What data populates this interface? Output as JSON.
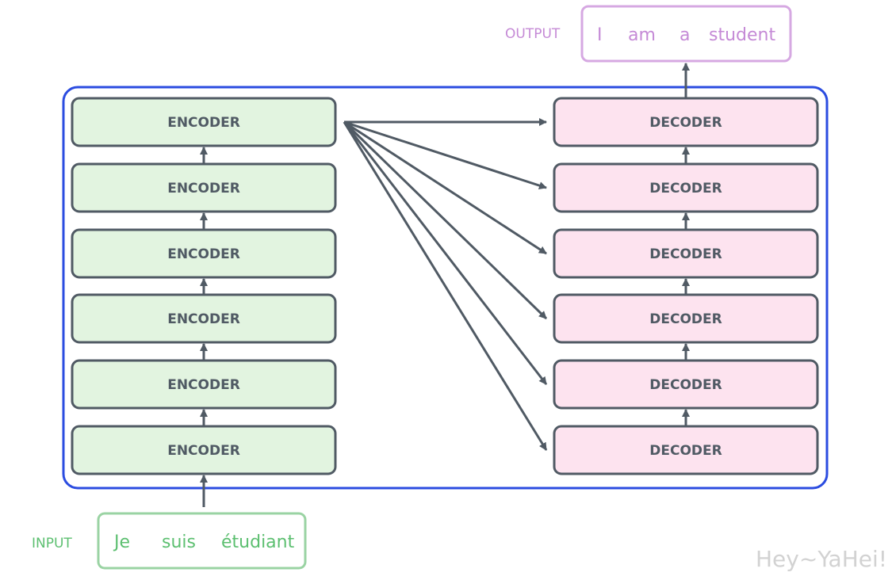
{
  "encoder_stack": {
    "blocks": [
      "ENCODER",
      "ENCODER",
      "ENCODER",
      "ENCODER",
      "ENCODER",
      "ENCODER"
    ]
  },
  "decoder_stack": {
    "blocks": [
      "DECODER",
      "DECODER",
      "DECODER",
      "DECODER",
      "DECODER",
      "DECODER"
    ]
  },
  "input": {
    "tag": "INPUT",
    "words": [
      "Je",
      "suis",
      "étudiant"
    ]
  },
  "output": {
    "tag": "OUTPUT",
    "words": [
      "I",
      "am",
      "a",
      "student"
    ]
  },
  "watermark": "Hey~YaHei!",
  "colors": {
    "encoder_fill": "#e2f4e0",
    "decoder_fill": "#fde3ef",
    "block_border": "#505a64",
    "frame_border": "#2b4ce0",
    "arrow": "#505a64",
    "input_accent": "#5cbf70",
    "output_accent": "#c58ad6",
    "watermark": "#d2d2d2"
  }
}
